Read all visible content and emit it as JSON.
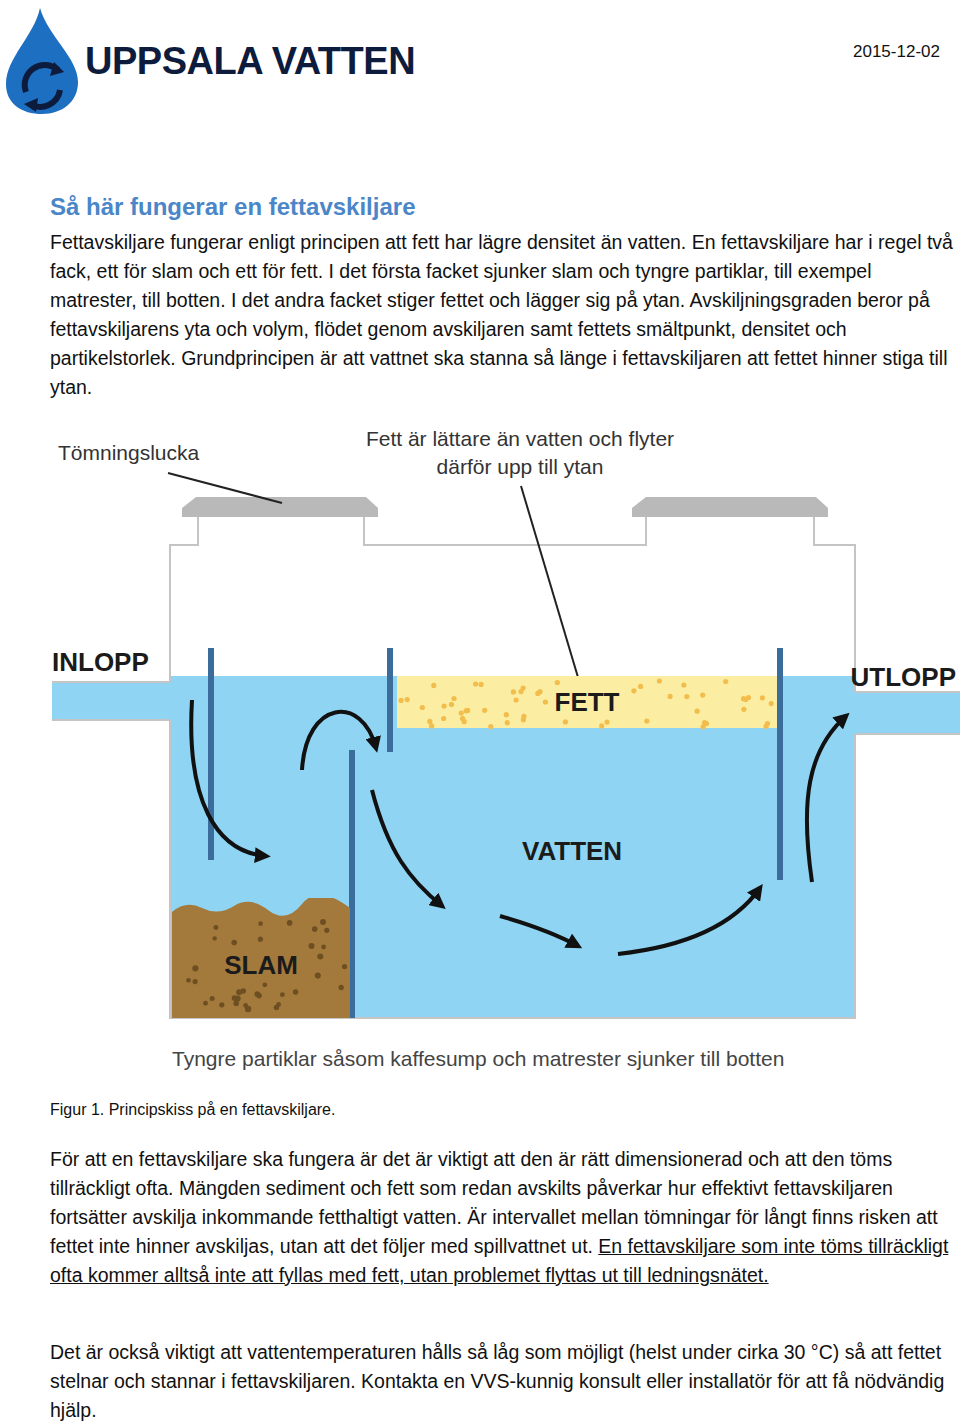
{
  "diagram": {
    "title": "Så här fungerar en fettavskiljare",
    "caption": "Figur 1. Principskiss på en fettavskiljare.",
    "nodes": [
      {
        "text": [
          "FETT"
        ]
      },
      {
        "text": [
          "VATTEN"
        ]
      },
      {
        "text": [
          "SLAM"
        ]
      }
    ],
    "labels": [
      "UPPSALA VATTEN",
      "2015-12-02",
      "Fettavskiljare fungerar enligt principen att fett har lägre densitet än vatten. En fettavskiljare har i regel två fack, ett för slam och ett för fett. I det första facket sjunker slam och tyngre partiklar, till exempel matrester, till botten. I det andra facket stiger fettet och lägger sig på ytan. Avskiljningsgraden beror på fettavskiljarens yta och volym, flödet genom avskiljaren samt fettets smältpunkt, densitet och partikelstorlek. Grundprincipen är att vattnet ska stanna så länge i fettavskiljaren att fettet hinner stiga till ytan.",
      "Tömningslucka",
      "Fett är lättare än vatten och flyter därför upp till ytan",
      "INLOPP",
      "UTLOPP",
      "Tyngre partiklar såsom kaffesump och matrester sjunker till botten",
      "För att en fettavskiljare ska fungera är det är viktigt att den är rätt dimensionerad och att den töms tillräckligt ofta. Mängden sediment och fett som redan avskilts påverkar hur effektivt fettavskiljaren fortsätter avskilja inkommande fetthaltigt vatten. Är intervallet mellan tömningar för långt finns risken att fettet inte hinner avskiljas, utan att det följer med spillvattnet ut.",
      "En fettavskiljare som inte töms tillräckligt ofta kommer alltså inte att fyllas med fett, utan problemet flyttas ut till ledningsnätet.",
      "Det är också viktigt att vattentemperaturen hålls så låg som möjligt (helst under cirka 30 °C) så att fettet stelnar och stannar i fettavskiljaren. Kontakta en VVS-kunnig konsult eller installatör för att få nödvändig hjälp."
    ]
  }
}
